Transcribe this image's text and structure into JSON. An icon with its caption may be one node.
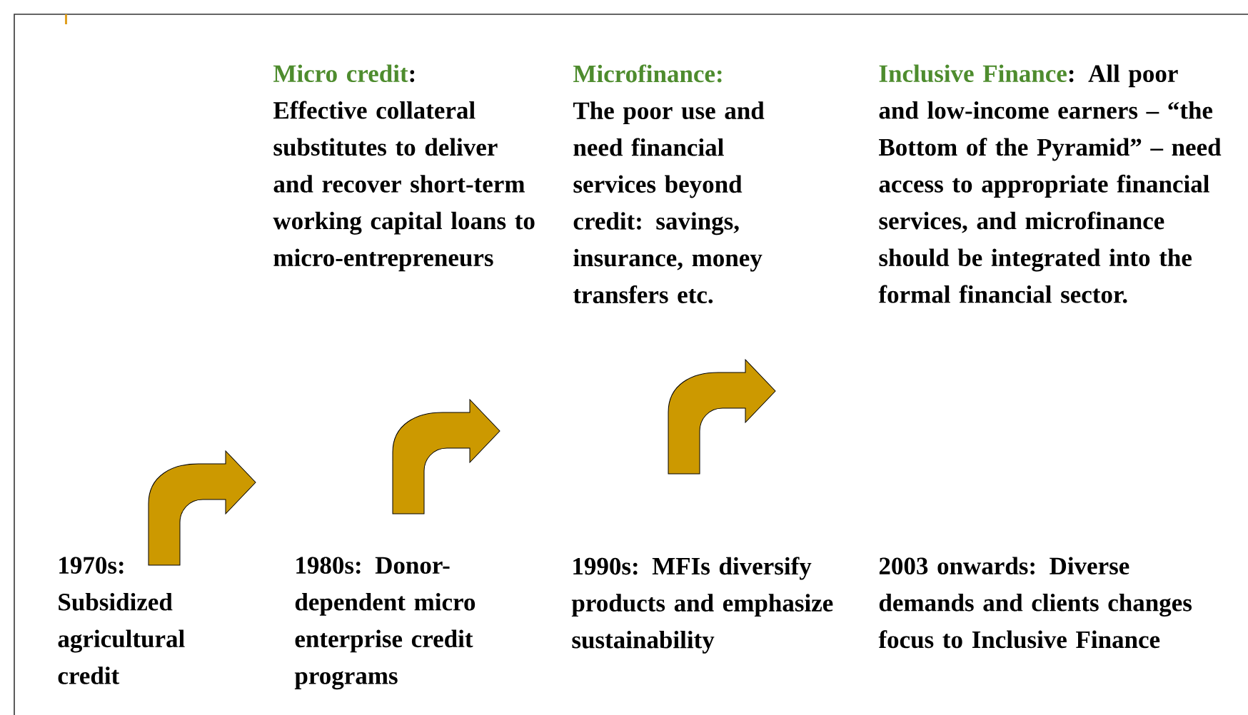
{
  "diagram": {
    "labels": [
      "Micro credit",
      ":",
      "Effective collateral substitutes to deliver and recover short-term working capital loans to micro-entrepreneurs",
      "Microfinance:",
      "The poor use and need financial services beyond credit: savings, insurance, money transfers etc.",
      "Inclusive Finance",
      ": All poor and low-income earners – “the Bottom of the Pyramid” – need access to appropriate financial services, and microfinance should be integrated into the formal financial sector.",
      "1970s: Subsidized agricultural credit",
      "1980s: Donor-dependent micro enterprise credit programs",
      "1990s: MFIs diversify products and emphasize sustainability",
      "2003 onwards: Diverse demands and clients changes focus to Inclusive Finance"
    ]
  }
}
